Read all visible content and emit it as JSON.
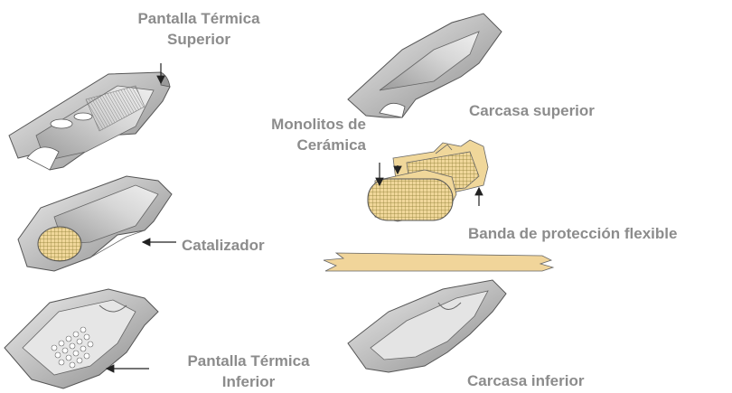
{
  "labels": {
    "upper_heat_shield": {
      "line1": "Pantalla Térmica",
      "line2": "Superior"
    },
    "upper_shell": "Carcasa superior",
    "ceramic_monoliths": {
      "line1": "Monolitos de",
      "line2": "Cerámica"
    },
    "catalyst": "Catalizador",
    "flexible_band": "Banda de protección flexible",
    "lower_heat_shield": {
      "line1": "Pantalla Térmica",
      "line2": "Inferior"
    },
    "lower_shell": "Carcasa inferior"
  },
  "colors": {
    "label_text": "#8c8c8c",
    "metal_light": "#d9d9d9",
    "metal_mid": "#b3b3b3",
    "metal_dark": "#7f7f7f",
    "ceramic": "#f0d79a",
    "ceramic_grid": "#9a8a40",
    "band": "#f1d59a",
    "arrow": "#222222"
  }
}
